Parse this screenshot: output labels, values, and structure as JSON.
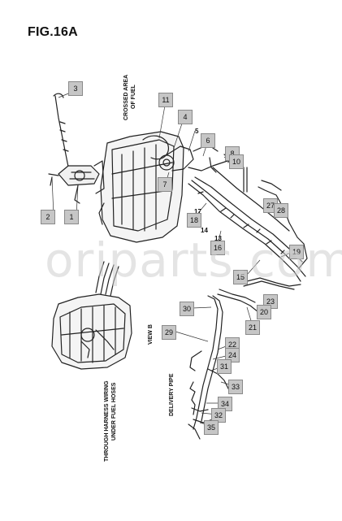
{
  "figure": {
    "title": "FIG.16A"
  },
  "watermark": {
    "text": "oriparts.com"
  },
  "labels": {
    "crossed_area": [
      "CROSSED AREA",
      "OF FUEL"
    ],
    "view_b": "VIEW B",
    "delivery_pipe": "DELIVERY PIPE",
    "harness": [
      "THROUGH HARNESS WIRING",
      "UNDER FUEL HOSES"
    ]
  },
  "callouts": [
    "1",
    "2",
    "3",
    "4",
    "5",
    "6",
    "7",
    "8",
    "10",
    "11",
    "13",
    "14",
    "15",
    "16",
    "17",
    "18",
    "19",
    "20",
    "21",
    "22",
    "23",
    "24",
    "27",
    "28",
    "29",
    "30",
    "31",
    "32",
    "33",
    "34",
    "35"
  ],
  "colors": {
    "callout_fill": "#c6c6c6",
    "line": "#222222",
    "watermark": "#cfcfcf"
  }
}
